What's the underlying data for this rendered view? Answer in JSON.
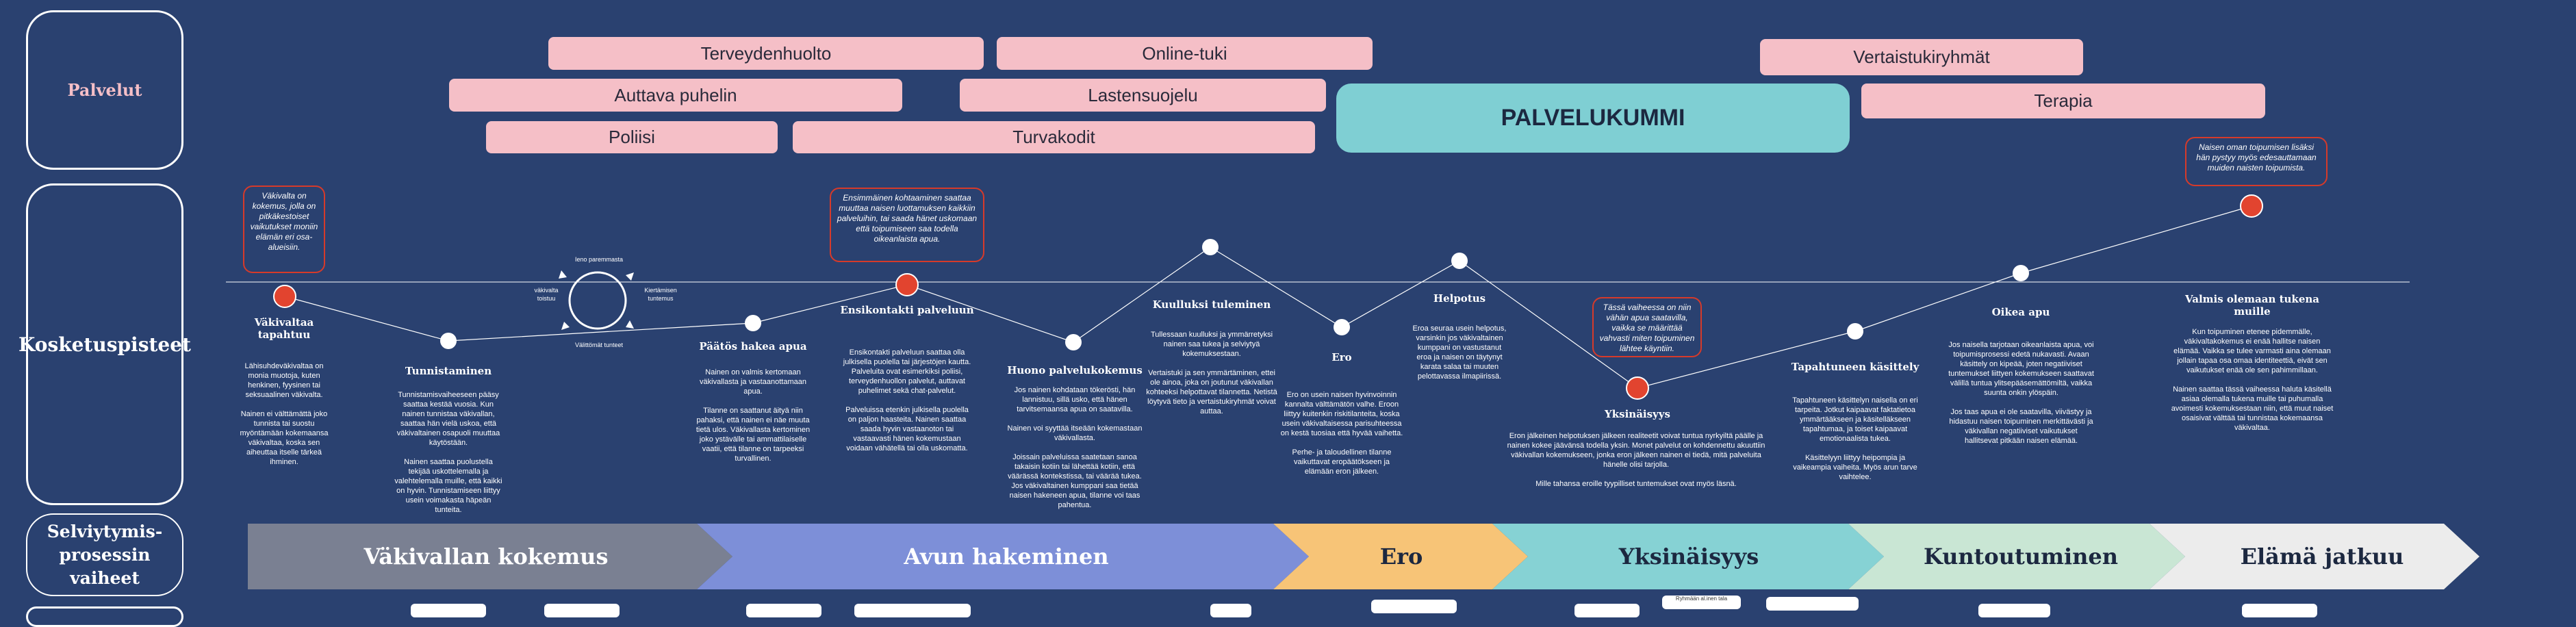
{
  "sections": {
    "services": "Palvelut",
    "touchpoints": "Kosketuspisteet",
    "stages": "Selviytymis-\nprosessin vaiheet"
  },
  "services": {
    "pills": [
      "Terveydenhuolto",
      "Online-tuki",
      "Auttava puhelin",
      "Lastensuojelu",
      "Poliisi",
      "Turvakodit",
      "Vertaistukiryhmät",
      "Terapia"
    ],
    "main": "PALVELUKUMMI"
  },
  "cycle": {
    "top": "Ieno paremmasta",
    "left": "väkivalta toistuu",
    "right": "Kiertämisen tuntemus",
    "bottom": "Välittömät tunteet"
  },
  "touchpoints": [
    {
      "title": "Väkivaltaa tapahtuu",
      "body": "Lähisuhdeväkivaltaa on monia muotoja, kuten henkinen, fyysinen tai seksuaalinen väkivalta.\n\nNainen ei välttämättä joko tunnista tai suostu myöntämään kokemaansa väkivaltaa, koska sen aiheuttaa itselle tärkeä ihminen."
    },
    {
      "title": "Tunnistaminen",
      "body": "Tunnistamisvaiheeseen pääsy saattaa kestää vuosia. Kun nainen tunnistaa väkivallan, saattaa hän vielä uskoa, että väkivaltainen osapuoli muuttaa käytöstään.\n\nNainen saattaa puolustella tekijää uskottelemalla ja valehtelemalla muille, että kaikki on hyvin. Tunnistamiseen liittyy usein voimakasta häpeän tunteita."
    },
    {
      "title": "Päätös hakea apua",
      "body": "Nainen on valmis kertomaan väkivallasta ja vastaanottamaan apua.\n\nTilanne on saattanut äityä niin pahaksi, että nainen ei näe muuta tietä ulos. Väkivallasta kertominen joko ystävälle tai ammattilaiselle vaatii, että tilanne on tarpeeksi turvallinen."
    },
    {
      "title": "Ensikontakti palveluun",
      "body": "Ensikontakti palveluun saattaa olla julkisella puolella tai järjestöjen kautta. Palveluita ovat esimerkiksi poliisi, terveydenhuollon palvelut, auttavat puhelimet sekä chat-palvelut.\n\nPalveluissa etenkin julkisella puolella on paljon haasteita. Nainen saattaa saada hyvin vastaanoton tai vastaavasti hänen kokemustaan voidaan vähätellä tai olla uskomatta."
    },
    {
      "title": "Huono palvelukokemus",
      "body": "Jos nainen kohdataan tökerösti, hän lannistuu, sillä usko, että hänen tarvitsemaansa apua on saatavilla.\n\nNainen voi syyttää itseään kokemastaan väkivallasta.\n\nJoissain palveluissa saatetaan sanoa takaisin kotiin tai lähettää kotiin, että väärässä kontekstissa, tai väärää tukea. Jos väkivaltainen kumppani saa tietää naisen hakeneen apua, tilanne voi taas pahentua."
    },
    {
      "title": "Kuulluksi tuleminen",
      "body": "Tullessaan kuulluksi ja ymmärretyksi nainen saa tukea ja selviytyä kokemuksestaan.\n\nVertaistuki ja sen ymmärtäminen, ettei ole ainoa, joka on joutunut väkivallan kohteeksi helpottavat tilannetta. Netistä löytyvä tieto ja vertaistukiryhmät voivat auttaa."
    },
    {
      "title": "Ero",
      "body": "Ero on usein naisen hyvinvoinnin kannalta välttämätön valhe. Eroon liittyy kuitenkin riskitilanteita, koska usein väkivaltaisessa parisuhteessa on kestä tuosiaa että hyvää vaihetta.\n\nPerhe- ja taloudellinen tilanne vaikuttavat eropäätökseen ja elämään eron jälkeen."
    },
    {
      "title": "Helpotus",
      "body": "Eroa seuraa usein helpotus, varsinkin jos väkivaltainen kumppani on vastustanut eroa ja naisen on täytynyt karata salaa tai muuten pelottavassa ilmapiirissä."
    },
    {
      "title": "Yksinäisyys",
      "body": "Eron jälkeinen helpotuksen jälkeen realiteetit voivat tuntua nyrkyiltä päälle ja nainen kokee jäävänsä todella yksin. Monet palvelut on kohdennettu akuuttiin väkivallan kokemukseen, jonka eron jälkeen nainen ei tiedä, mitä palveluita hänelle olisi tarjolla.\n\nMille tahansa eroille tyypilliset tuntemukset ovat myös läsnä."
    },
    {
      "title": "Tapahtuneen käsittely",
      "body": "Tapahtuneen käsittelyn naisella on eri tarpeita. Jotkut kaipaavat faktatietoa ymmärtääkseen ja käsitelläkseen tapahtumaa, ja toiset kaipaavat emotionaalista tukea.\n\nKäsittelyyn liittyy heipompia ja vaikeampia vaiheita. Myös arun tarve vaihtelee."
    },
    {
      "title": "Oikea apu",
      "body": "Jos naisella tarjotaan oikeanlaista apua, voi toipumisprosessi edetä nukavasti. Avaan käsittely on kipeää, joten negatiiviset tuntemukset liittyen kokemukseen saattavat välillä tuntua ylitsepääsemättömiltä, vaikka suunta onkin ylöspäin.\n\nJos taas apua ei ole saatavilla, viivästyy ja hidastuu naisen toipuminen merkittävästi ja väkivallan negatiiviset vaikutukset hallitsevat pitkään naisen elämää."
    },
    {
      "title": "Valmis olemaan tukena muille",
      "body": "Kun toipuminen etenee pidemmälle, väkivaltakokemus ei enää hallitse naisen elämää. Vaikka se tulee varmasti aina olemaan jollain tapaa osa omaa identiteettiä, eivät sen vaikutukset enää ole sen pahimmillaan.\n\nNainen saattaa tässä vaiheessa haluta käsitellä asiaa olemalla tukena muille tai puhumalla avoimesti kokemuksestaan niin, että muut naiset osaisivat välttää tai tunnistaa kokemaansa väkivaltaa."
    }
  ],
  "quotes": [
    "Väkivalta on kokemus, jolla on pitkäkestoiset vaikutukset moniin elämän eri osa-alueisiin.",
    "Ensimmäinen kohtaaminen saattaa muuttaa naisen luottamuksen kaikkiin palveluihin, tai saada hänet uskomaan että toipumiseen saa todella oikeanlaista apua.",
    "Tässä vaiheessa on niin vähän apua saatavilla, vaikka se määrittää vahvasti miten toipuminen lähtee käyntiin.",
    "Naisen oman toipumisen lisäksi hän pystyy myös edesauttamaan muiden naisten toipumista."
  ],
  "stages": [
    "Väkivallan kokemus",
    "Avun hakeminen",
    "Ero",
    "Yksinäisyys",
    "Kuntoutuminen",
    "Elämä jatkuu"
  ],
  "bottom_cards": [
    "Ryhmään al.inen tala",
    ""
  ],
  "colors": {
    "background": "#2a4170",
    "pill": "#f5bfc7",
    "main": "#7fcfd3",
    "negative_point": "#e2442f",
    "neutral_point": "#ffffff",
    "stage1": "#7a8092",
    "stage2": "#7d8fd8",
    "stage3": "#f7c477",
    "stage4": "#86d2d4",
    "stage5": "#c9e6d4",
    "stage6": "#ececec"
  }
}
